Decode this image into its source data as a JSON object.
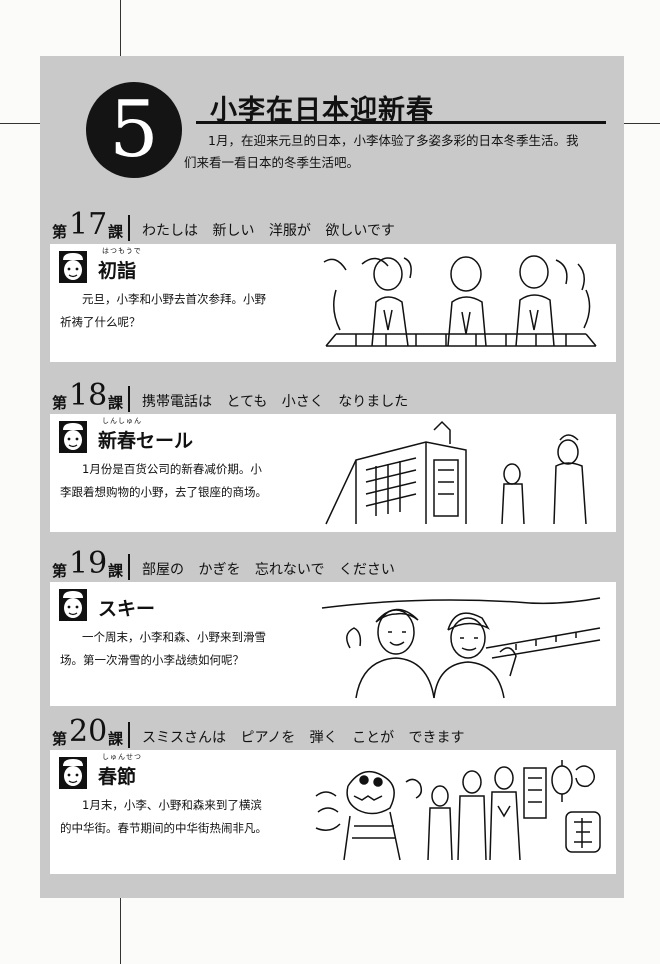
{
  "unit": {
    "number": "5",
    "title": "小李在日本迎新春",
    "intro": "1月，在迎来元旦的日本，小李体验了多姿多彩的日本冬季生活。我们来看一看日本的冬季生活吧。"
  },
  "lessons": [
    {
      "dai": "第",
      "number": "17",
      "ka": "課",
      "phrase": "わたしは 新しい 洋服が 欲しいです",
      "topic": "初詣",
      "topic_ruby": "はつもうで",
      "description": "元旦，小李和小野去首次参拜。小野祈祷了什么呢？",
      "illustration": "shrine-prayer-illustration"
    },
    {
      "dai": "第",
      "number": "18",
      "ka": "課",
      "phrase": "携帯電話は とても 小さく なりました",
      "topic": "新春セール",
      "topic_ruby": "しんしゅん",
      "description": "1月份是百货公司的新春减价期。小李跟着想购物的小野，去了银座的商场。",
      "illustration": "department-store-illustration"
    },
    {
      "dai": "第",
      "number": "19",
      "ka": "課",
      "phrase": "部屋の かぎを 忘れないで ください",
      "topic": "スキー",
      "topic_ruby": "",
      "description": "一个周末，小李和森、小野来到滑雪场。第一次滑雪的小李战绩如何呢？",
      "illustration": "ski-trip-illustration"
    },
    {
      "dai": "第",
      "number": "20",
      "ka": "課",
      "phrase": "スミスさんは ピアノを 弾く ことが できます",
      "topic": "春節",
      "topic_ruby": "しゅんせつ",
      "description": "1月末，小李、小野和森来到了横滨的中华街。春节期间的中华街热闹非凡。",
      "illustration": "chinatown-festival-illustration"
    }
  ]
}
